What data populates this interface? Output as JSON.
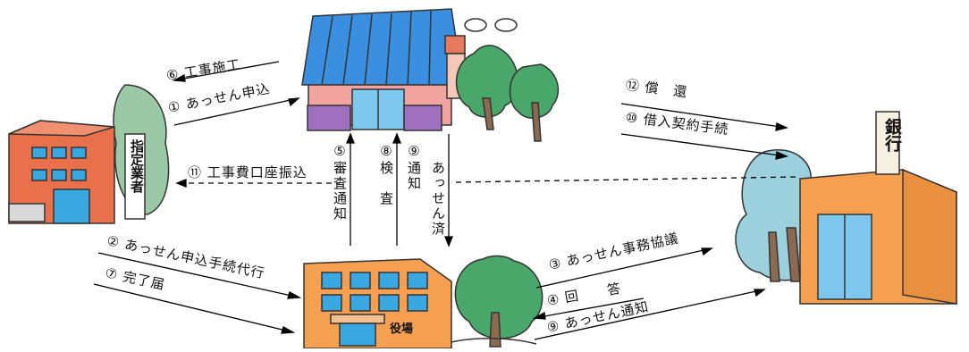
{
  "diagram": {
    "labels": {
      "l06": "⑥ 工事施工",
      "l01": "① あっせん申込",
      "l11": "⑪ 工事費口座振込",
      "l02": "② あっせん申込手続代行",
      "l07": "⑦ 完了届",
      "l12": "⑫ 償　還",
      "l10": "⑩ 借入契約手続",
      "l03": "③ あっせん事務協議",
      "l04": "④ 回　　答",
      "l09b": "⑨ あっせん通知",
      "v05": "⑤審査通知",
      "v08": "⑧検　査",
      "v09": "⑨通知",
      "vzumi": "あっせん済"
    },
    "signs": {
      "bank": "銀行",
      "town_office": "役場",
      "contractor": "指定業者"
    }
  }
}
